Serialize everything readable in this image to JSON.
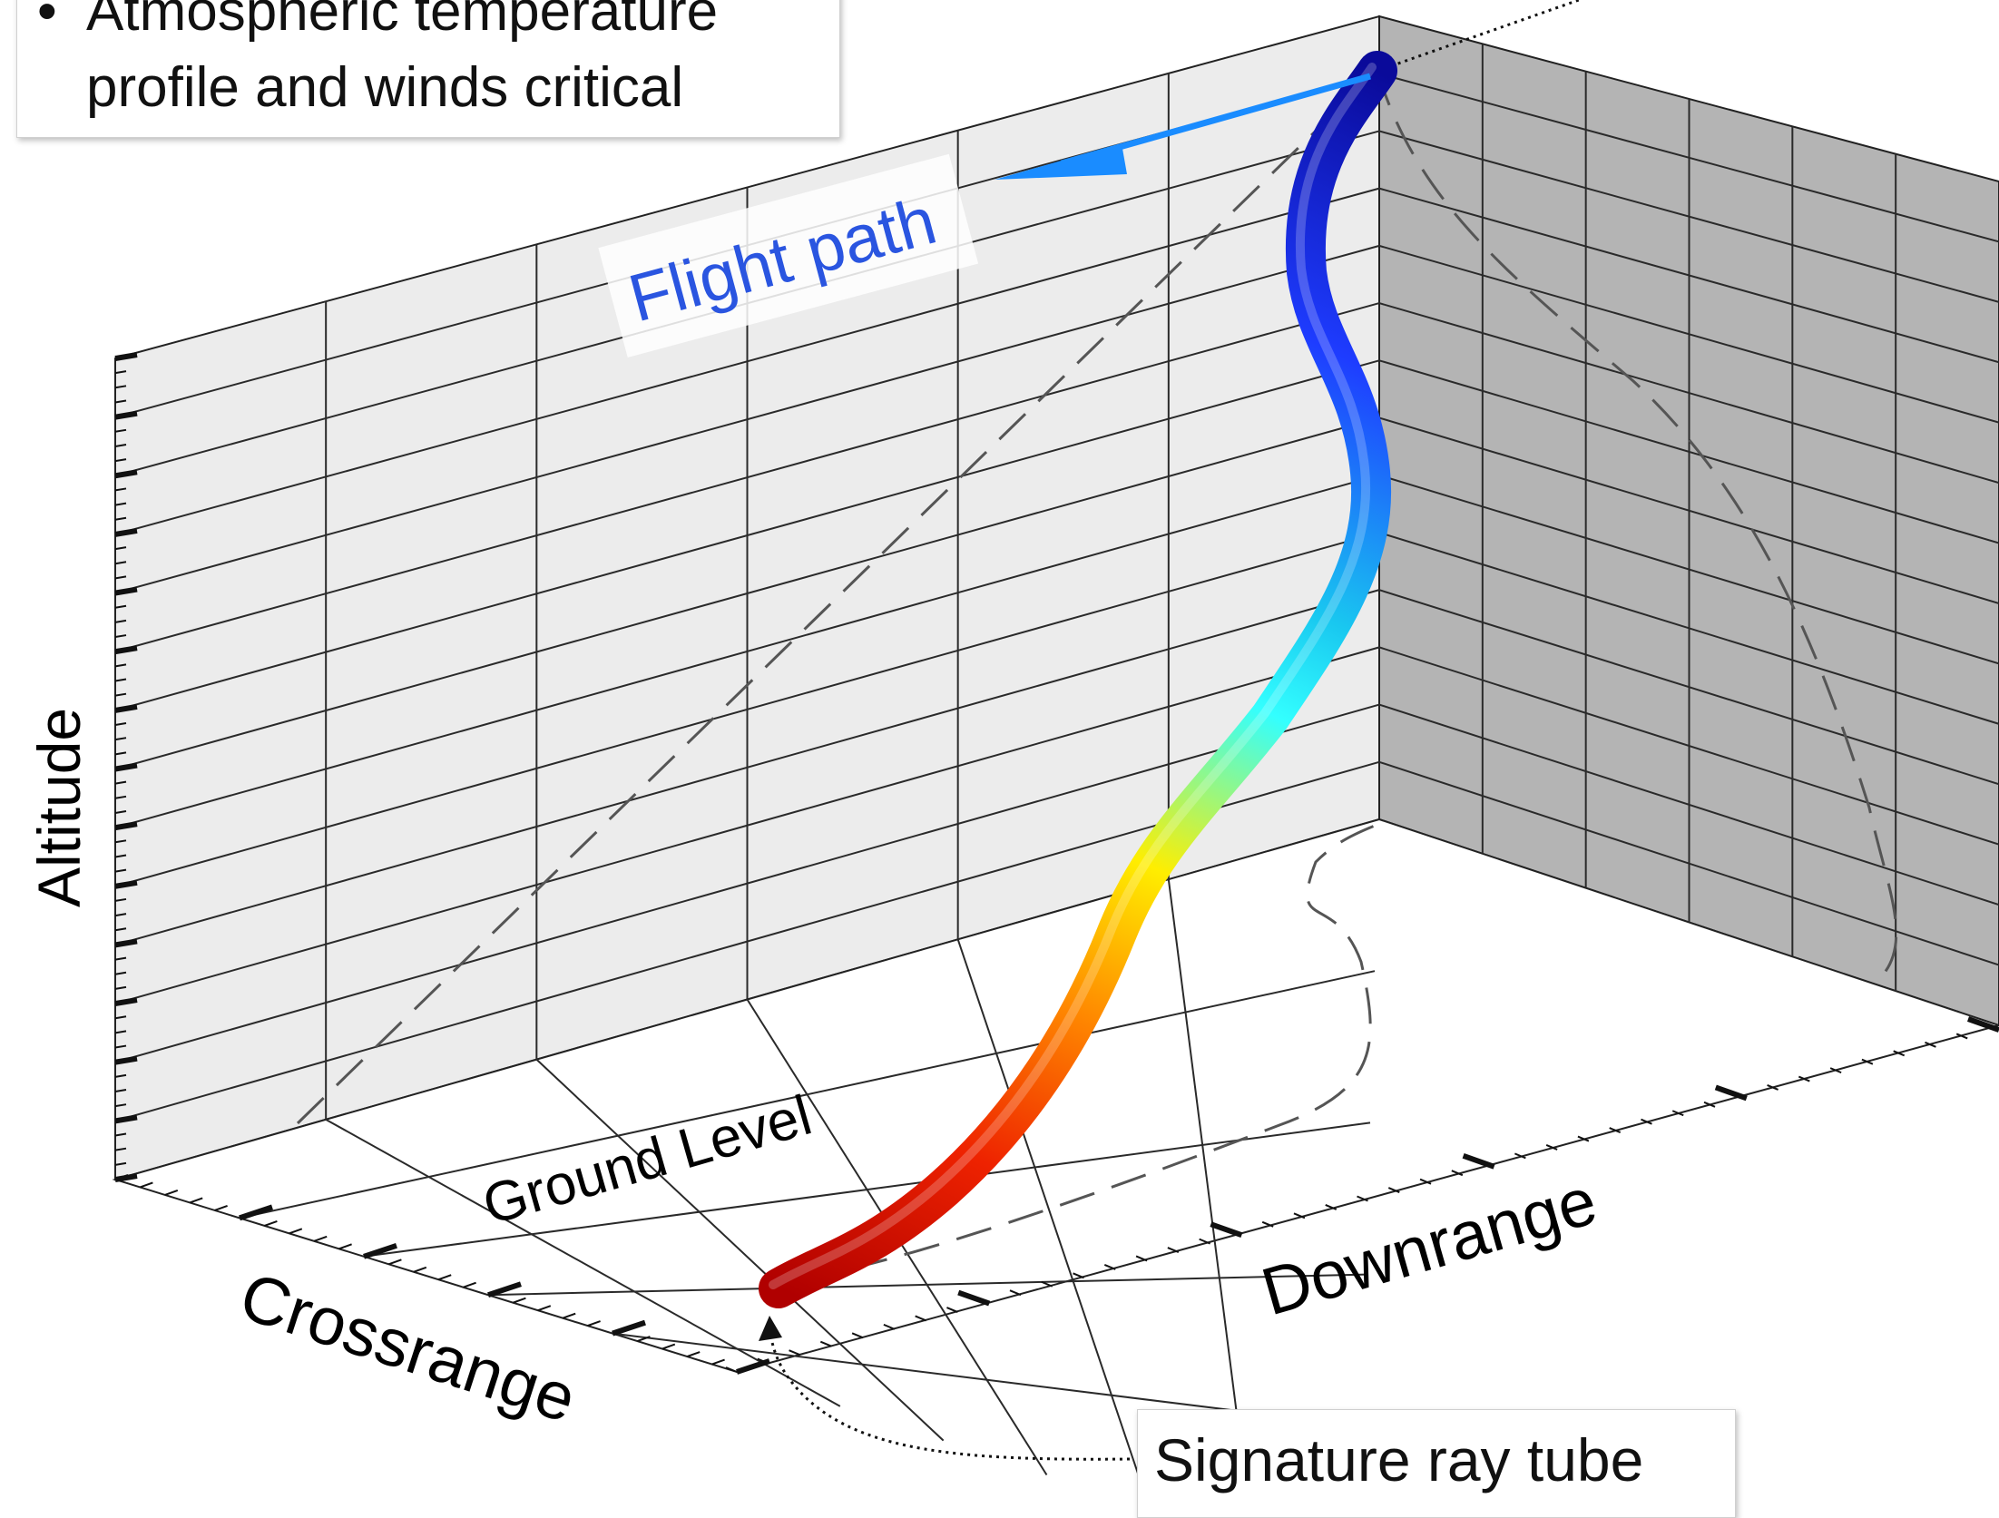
{
  "callout_top": {
    "bullet": "•",
    "line1": "Atmospheric temperature",
    "line2": "profile and winds critical"
  },
  "flight_path_label": "Flight path",
  "axes": {
    "altitude": "Altitude",
    "crossrange": "Crossrange",
    "downrange": "Downrange",
    "ground_level": "Ground Level"
  },
  "callout_bottom": "Signature ray tube",
  "colors": {
    "flight_arrow": "#1a8cff",
    "flight_label": "#2a55e0",
    "back_wall": "#ececec",
    "side_wall": "#b4b4b4",
    "grid_line": "#2a2a2a",
    "dashed_projection": "#555555",
    "tube_gradient": [
      "#0a0a9a",
      "#1e3cff",
      "#19c8f0",
      "#33ffff",
      "#ffee00",
      "#ff8800",
      "#ee2200",
      "#b00000"
    ]
  }
}
